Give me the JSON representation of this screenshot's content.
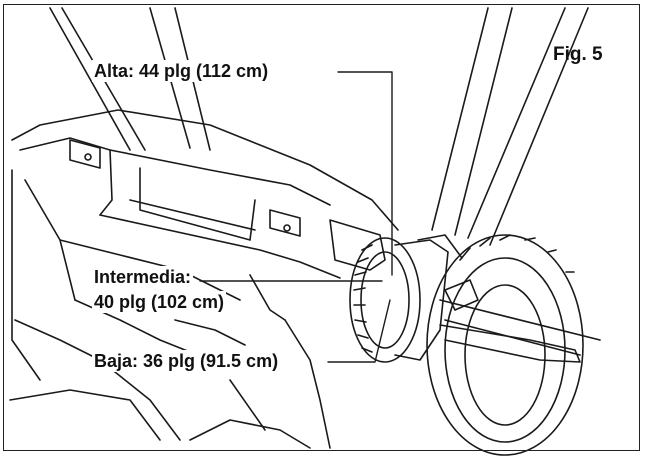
{
  "figure": {
    "fig_label": "Fig. 5",
    "callouts": {
      "high": "Alta: 44 plg (112 cm)",
      "mid_line1": "Intermedia:",
      "mid_line2": "40 plg (102 cm)",
      "low": "Baja: 36 plg (91.5 cm)"
    },
    "colors": {
      "line": "#1a1a1a",
      "background": "#ffffff"
    }
  }
}
